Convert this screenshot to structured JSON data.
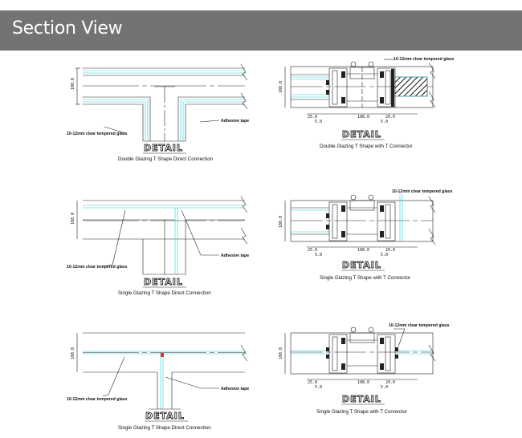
{
  "header": {
    "title": "Section View"
  },
  "colors": {
    "header_bg": "#737373",
    "glass": "#22ccdd",
    "line": "#222222",
    "accent_red": "#e03030"
  },
  "labels": {
    "glass": "10-12mm clear tempered glass",
    "tape": "Adhesive tape",
    "detail": "DETAIL",
    "dim_108": "108.0",
    "dim_25": "25.0",
    "dim_5": "5.0",
    "dim_20": "20.0"
  },
  "captions": {
    "d1": "Double Glazing T Shape Direct Connection",
    "d2": "Double Glazing T Shape with T Connector",
    "d3": "Single Glazing T Shape Direct Connection",
    "d4": "Single Glazing T Shape with T Connector",
    "d5": "Single Glazing T Shape Direct Connection",
    "d6": "Single Glazing T Shape with T Connector"
  }
}
